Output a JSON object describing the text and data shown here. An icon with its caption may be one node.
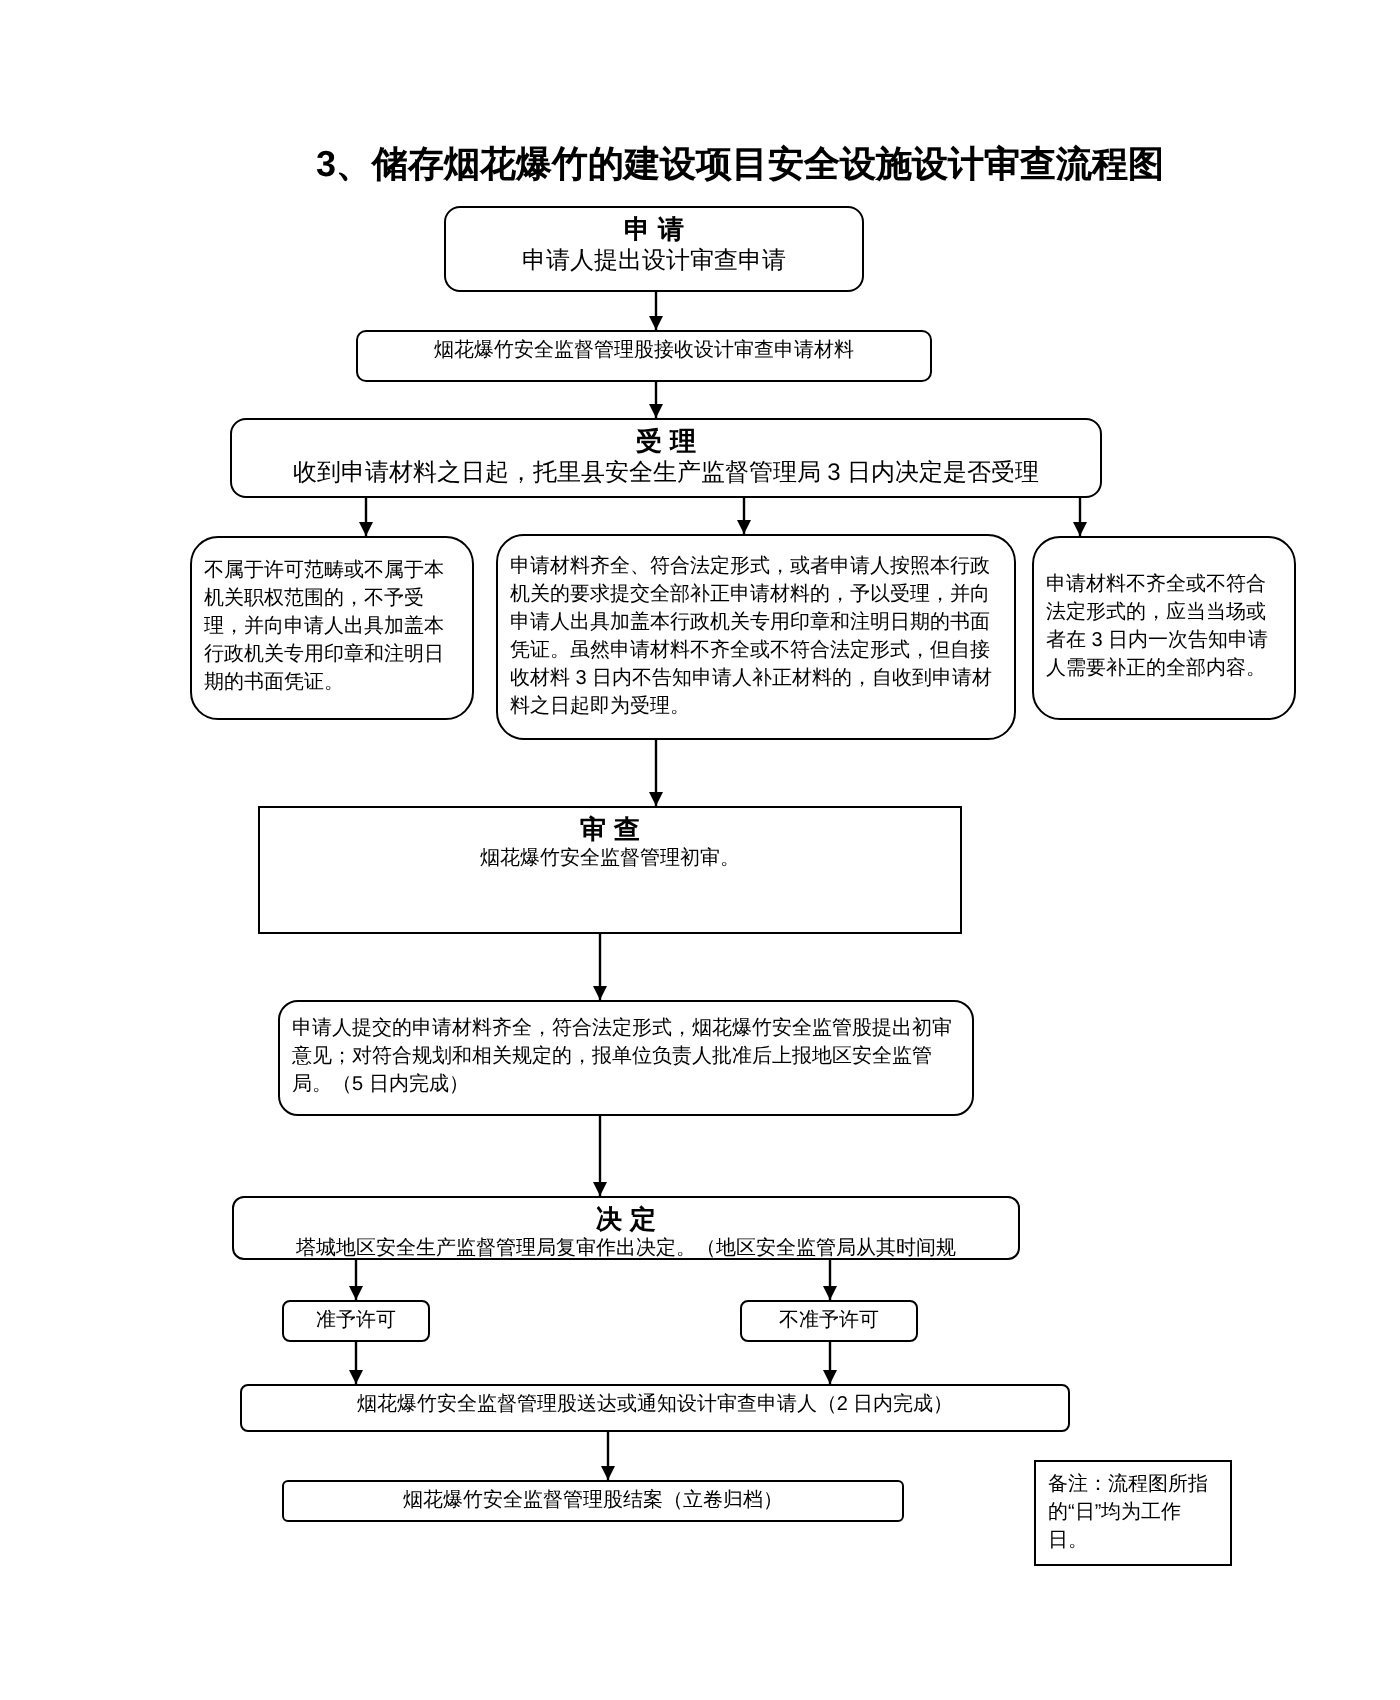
{
  "diagram": {
    "title": "3、储存烟花爆竹的建设项目安全设施设计审查流程图",
    "nodes": [
      {
        "text": [
          "申 请",
          "申请人提出设计审查申请"
        ]
      },
      {
        "text": [
          "烟花爆竹安全监督管理股接收设计审查申请材料"
        ]
      },
      {
        "text": [
          "受 理",
          "收到申请材料之日起，托里县安全生产监督管理局 3 日内决定是否受理"
        ]
      },
      {
        "text": [
          "不属于许可范畴或不属于本机关职权范围的，不予受理，并向申请人出具加盖本行政机关专用印章和注明日期的书面凭证。"
        ]
      },
      {
        "text": [
          "申请材料齐全、符合法定形式，或者申请人按照本行政机关的要求提交全部补正申请材料的，予以受理，并向申请人出具加盖本行政机关专用印章和注明日期的书面凭证。虽然申请材料不齐全或不符合法定形式，但自接收材料 3 日内不告知申请人补正材料的，自收到申请材料之日起即为受理。"
        ]
      },
      {
        "text": [
          "申请材料不齐全或不符合法定形式的，应当当场或者在 3 日内一次告知申请人需要补正的全部内容。"
        ]
      },
      {
        "text": [
          "审 查",
          "烟花爆竹安全监督管理初审。"
        ]
      },
      {
        "text": [
          "申请人提交的申请材料齐全，符合法定形式，烟花爆竹安全监管股提出初审意见；对符合规划和相关规定的，报单位负责人批准后上报地区安全监管局。（5 日内完成）"
        ]
      },
      {
        "text": [
          "决 定",
          "塔城地区安全生产监督管理局复审作出决定。（地区安全监管局从其时间规"
        ]
      },
      {
        "text": [
          "准予许可"
        ]
      },
      {
        "text": [
          "不准予许可"
        ]
      },
      {
        "text": [
          "烟花爆竹安全监督管理股送达或通知设计审查申请人（2 日内完成）"
        ]
      },
      {
        "text": [
          "烟花爆竹安全监督管理股结案（立卷归档）"
        ]
      },
      {
        "text": [
          "备注：流程图所指的“日”均为工作日。"
        ]
      }
    ],
    "edges": [
      {
        "from": 0,
        "to": 1,
        "arrow": "to"
      },
      {
        "from": 1,
        "to": 2,
        "arrow": "to"
      },
      {
        "from": 2,
        "to": 3,
        "arrow": "to"
      },
      {
        "from": 2,
        "to": 4,
        "arrow": "to"
      },
      {
        "from": 2,
        "to": 5,
        "arrow": "to"
      },
      {
        "from": 4,
        "to": 6,
        "arrow": "to"
      },
      {
        "from": 6,
        "to": 7,
        "arrow": "to"
      },
      {
        "from": 7,
        "to": 8,
        "arrow": "to"
      },
      {
        "from": 8,
        "to": 9,
        "arrow": "to"
      },
      {
        "from": 8,
        "to": 10,
        "arrow": "to"
      },
      {
        "from": 9,
        "to": 11,
        "arrow": "to"
      },
      {
        "from": 10,
        "to": 11,
        "arrow": "to"
      },
      {
        "from": 11,
        "to": 12,
        "arrow": "to"
      }
    ]
  }
}
